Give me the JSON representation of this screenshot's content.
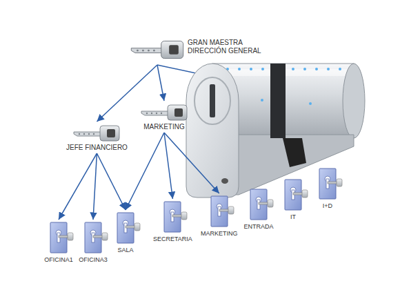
{
  "diagram": {
    "nodes": [
      {
        "text": [
          "GRAN MAESTRA",
          "DIRECCIÓN GENERAL"
        ]
      },
      {
        "text": [
          "JEFE FINANCIERO"
        ]
      },
      {
        "text": [
          "MARKETING"
        ]
      },
      {
        "text": [
          "OFICINA1"
        ]
      },
      {
        "text": [
          "OFICINA3"
        ]
      },
      {
        "text": [
          "SALA"
        ]
      },
      {
        "text": [
          "SECRETARIA"
        ]
      },
      {
        "text": [
          "MARKETING"
        ]
      },
      {
        "text": [
          "ENTRADA"
        ]
      },
      {
        "text": [
          "IT"
        ]
      },
      {
        "text": [
          "I+D"
        ]
      }
    ],
    "edges": [
      {
        "from": 0,
        "to": 1,
        "arrow": "to"
      },
      {
        "from": 0,
        "to": 2,
        "arrow": "to"
      },
      {
        "from": 1,
        "to": 3,
        "arrow": "to"
      },
      {
        "from": 1,
        "to": 4,
        "arrow": "to"
      },
      {
        "from": 1,
        "to": 5,
        "arrow": "to"
      },
      {
        "from": 2,
        "to": 5,
        "arrow": "to"
      },
      {
        "from": 2,
        "to": 6,
        "arrow": "to"
      },
      {
        "from": 2,
        "to": 7,
        "arrow": "to"
      }
    ]
  }
}
